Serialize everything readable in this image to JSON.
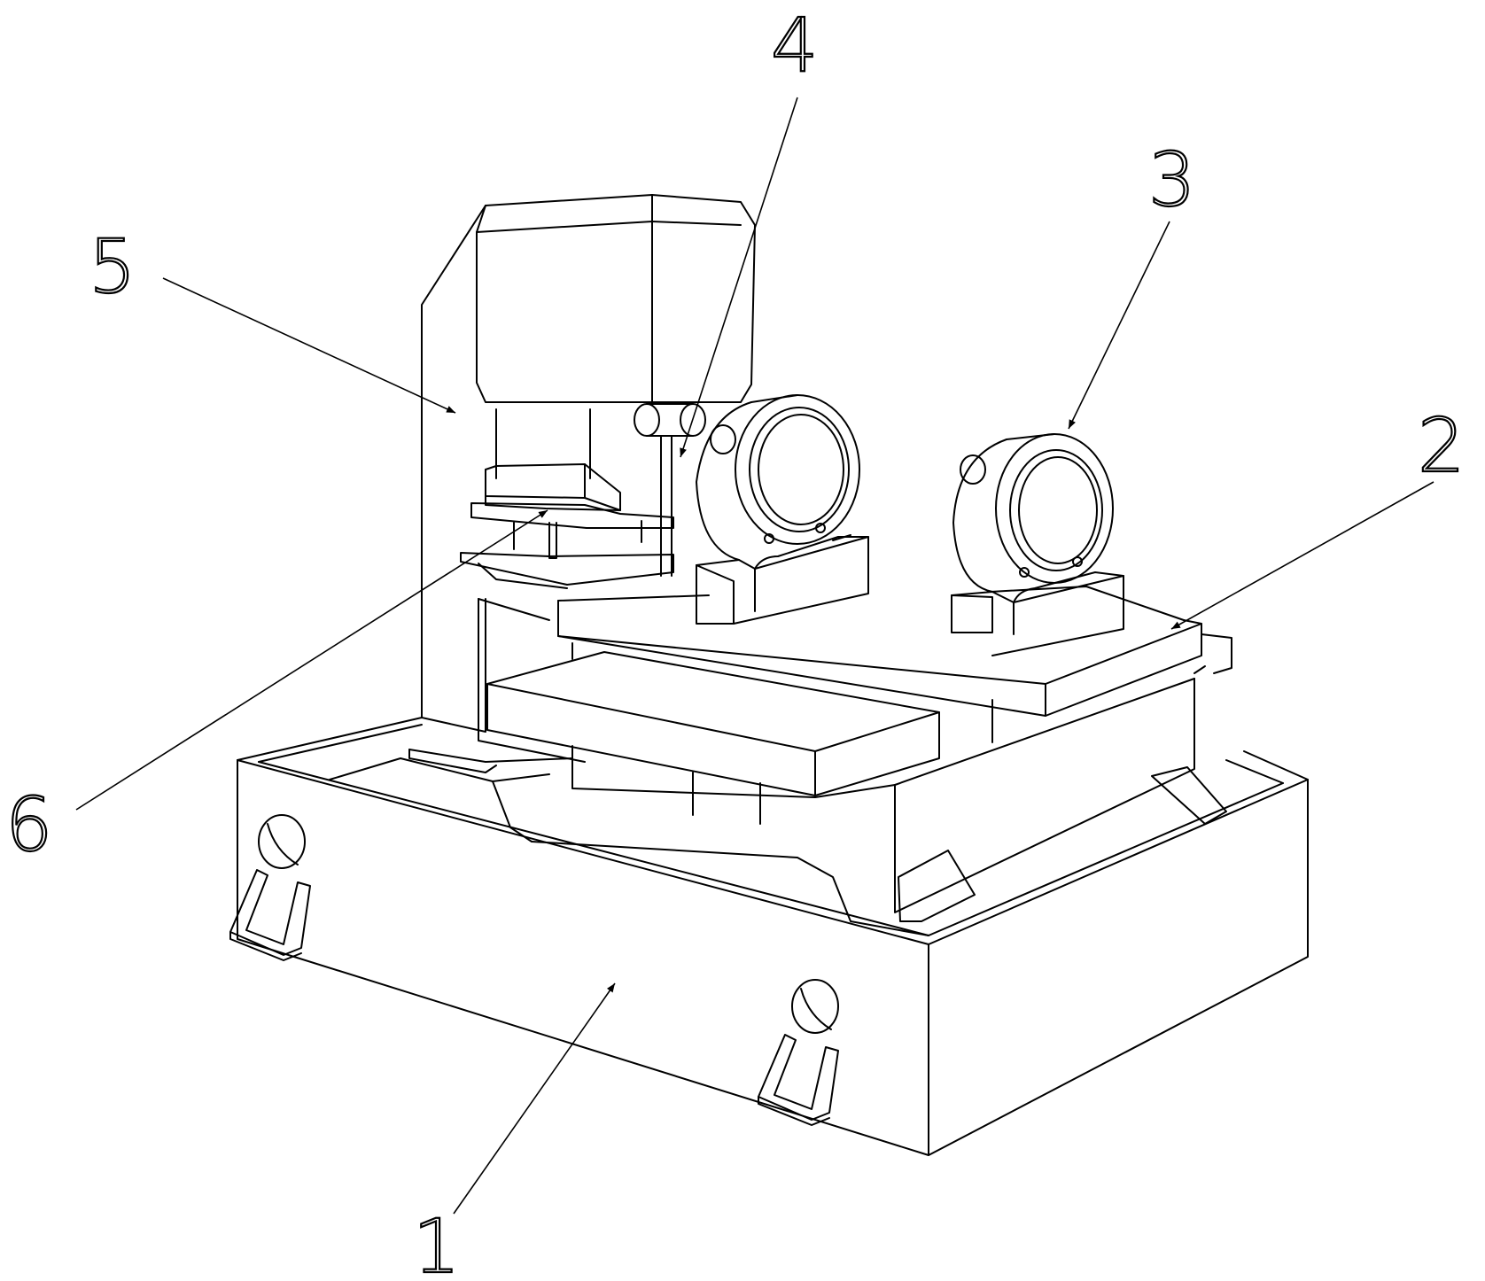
{
  "figure": {
    "kind": "patent line drawing (isometric machine assembly)",
    "line_color": "#000000",
    "background": "#ffffff"
  },
  "callouts": [
    {
      "id": "1",
      "label": "1",
      "points_to": "base-frame"
    },
    {
      "id": "2",
      "label": "2",
      "points_to": "slide-table"
    },
    {
      "id": "3",
      "label": "3",
      "points_to": "ring-holder-right"
    },
    {
      "id": "4",
      "label": "4",
      "points_to": "spindle-rod"
    },
    {
      "id": "5",
      "label": "5",
      "points_to": "vertical-column"
    },
    {
      "id": "6",
      "label": "6",
      "points_to": "clamp-plate"
    }
  ]
}
